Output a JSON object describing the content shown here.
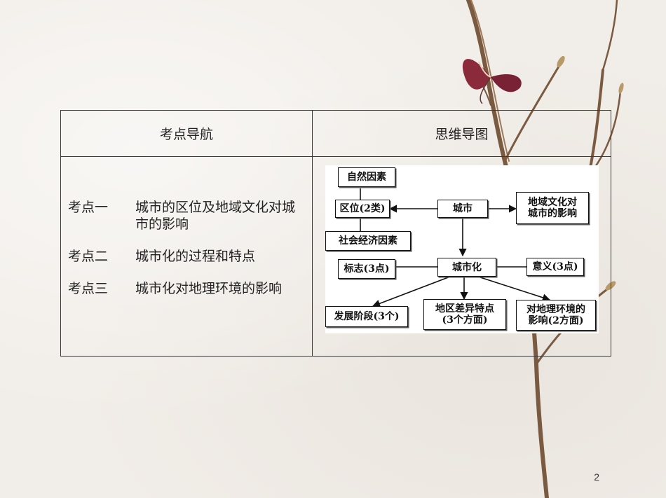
{
  "table": {
    "header_left": "考点导航",
    "header_right": "思维导图",
    "topics": [
      {
        "label": "考点一",
        "text": "城市的区位及地域文化对城市的影响"
      },
      {
        "label": "考点二",
        "text": "城市化的过程和特点"
      },
      {
        "label": "考点三",
        "text": "城市化对地理环境的影响"
      }
    ]
  },
  "mindmap": {
    "natural": "自然因素",
    "location": "区位(2类)",
    "social": "社会经济因素",
    "city": "城市",
    "culture_l1": "地域文化对",
    "culture_l2": "城市的影响",
    "urbanization": "城市化",
    "sign": "标志(3点)",
    "meaning": "意义(3点)",
    "stage": "发展阶段(3个)",
    "regional_l1": "地区差异特点",
    "regional_l2": "(3个方面)",
    "impact_l1": "对地理环境的",
    "impact_l2": "影响(2方面)"
  },
  "page_number": "2"
}
